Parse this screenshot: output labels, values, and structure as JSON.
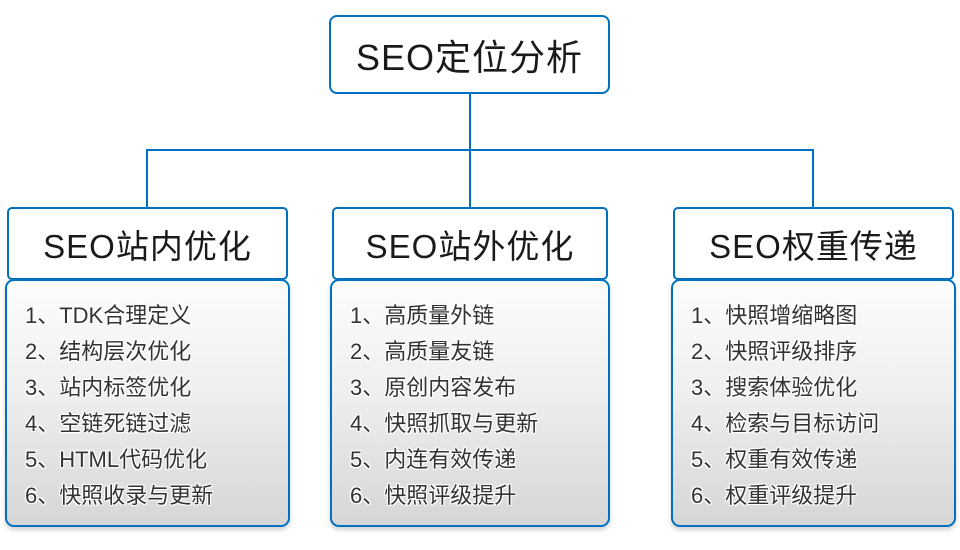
{
  "root": {
    "title": "SEO定位分析"
  },
  "branches": [
    {
      "title": "SEO站内优化",
      "items": [
        "1、TDK合理定义",
        "2、结构层次优化",
        "3、站内标签优化",
        "4、空链死链过滤",
        "5、HTML代码优化",
        "6、快照收录与更新"
      ]
    },
    {
      "title": "SEO站外优化",
      "items": [
        "1、高质量外链",
        "2、高质量友链",
        "3、原创内容发布",
        "4、快照抓取与更新",
        "5、内连有效传递",
        "6、快照评级提升"
      ]
    },
    {
      "title": "SEO权重传递",
      "items": [
        "1、快照增缩略图",
        "2、快照评级排序",
        "3、搜索体验优化",
        "4、检索与目标访问",
        "5、权重有效传递",
        "6、权重评级提升"
      ]
    }
  ],
  "colors": {
    "connector_blue": "#0070C0",
    "text_dark": "#333333",
    "list_gradient_top": "#fdfdfd",
    "list_gradient_bottom": "#d6d6d6"
  }
}
